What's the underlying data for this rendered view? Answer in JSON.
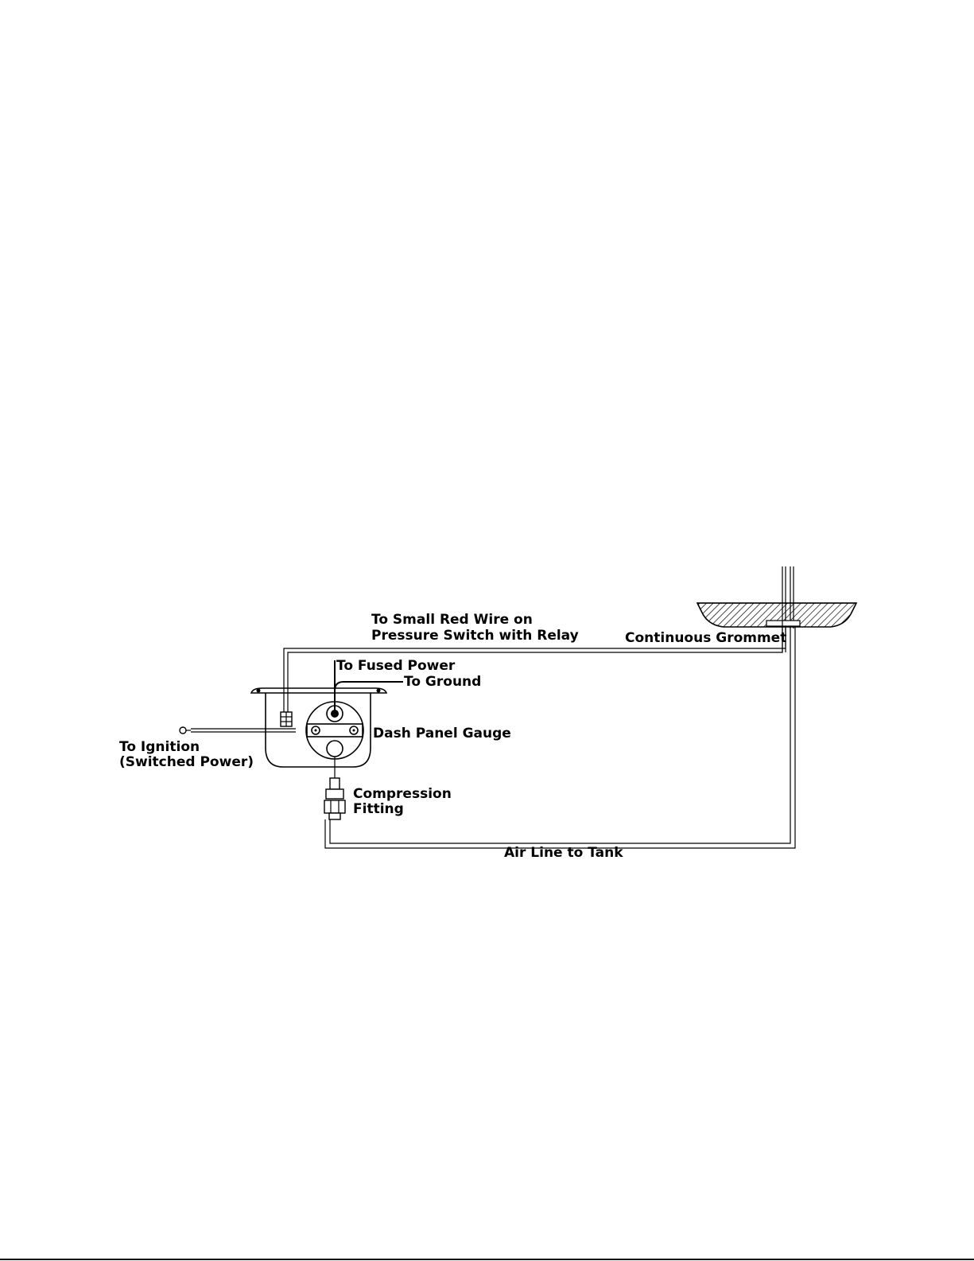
{
  "colors": {
    "ink": "#000000",
    "paper": "#ffffff"
  },
  "labels": {
    "small_red_wire_line1": "To Small Red Wire on",
    "small_red_wire_line2": "Pressure Switch with Relay",
    "continuous_grommet": "Continuous Grommet",
    "fused_power": "To Fused Power",
    "ground": "To Ground",
    "dash_panel_gauge": "Dash Panel Gauge",
    "ignition_line1": "To Ignition",
    "ignition_line2": "(Switched Power)",
    "compression_line1": "Compression",
    "compression_line2": "Fitting",
    "air_line": "Air Line to Tank"
  }
}
